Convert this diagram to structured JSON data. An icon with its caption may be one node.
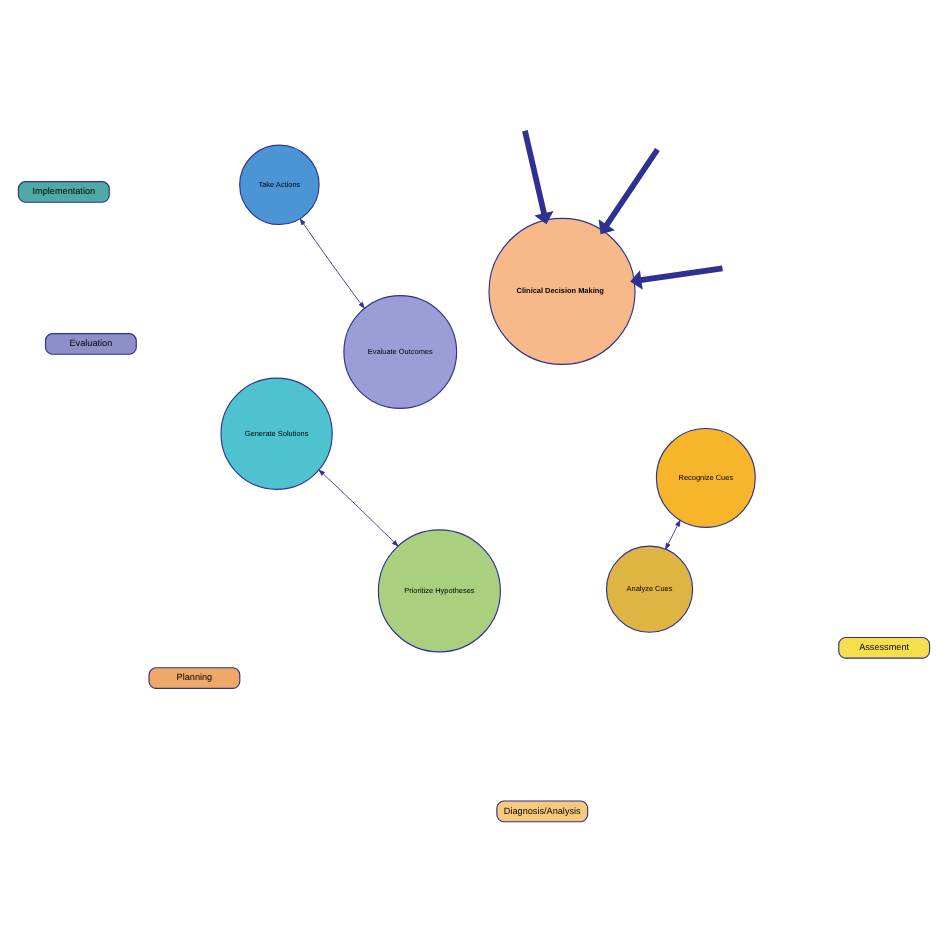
{
  "diagram": {
    "nodes": [
      {
        "text": [
          "Evaluation"
        ]
      },
      {
        "text": [
          "Assessment"
        ]
      },
      {
        "text": [
          "Evaluate Outcomes"
        ]
      },
      {
        "text": [
          "Recognize Cues"
        ]
      },
      {
        "text": [
          "Implementation"
        ]
      },
      {
        "text": [
          "Take Actions"
        ]
      },
      {
        "text": [
          "Clinical Decision Making"
        ]
      },
      {
        "text": [
          "Analyze Cues"
        ]
      },
      {
        "text": [
          "Diagnosis/Analysis"
        ]
      },
      {
        "text": [
          "Generate Solutions"
        ]
      },
      {
        "text": [
          "Prioritize Hypotheses"
        ]
      },
      {
        "text": [
          "Planning"
        ]
      }
    ],
    "edges": [
      {
        "from": 2,
        "to": 5,
        "arrow": "both"
      },
      {
        "from": 3,
        "to": 7,
        "arrow": "both"
      },
      {
        "from": 9,
        "to": 10,
        "arrow": "both"
      },
      {
        "from": null,
        "to": 6,
        "arrow": "to",
        "style": "thick"
      },
      {
        "from": null,
        "to": 6,
        "arrow": "to",
        "style": "thick"
      },
      {
        "from": null,
        "to": 6,
        "arrow": "to",
        "style": "thick"
      }
    ]
  }
}
